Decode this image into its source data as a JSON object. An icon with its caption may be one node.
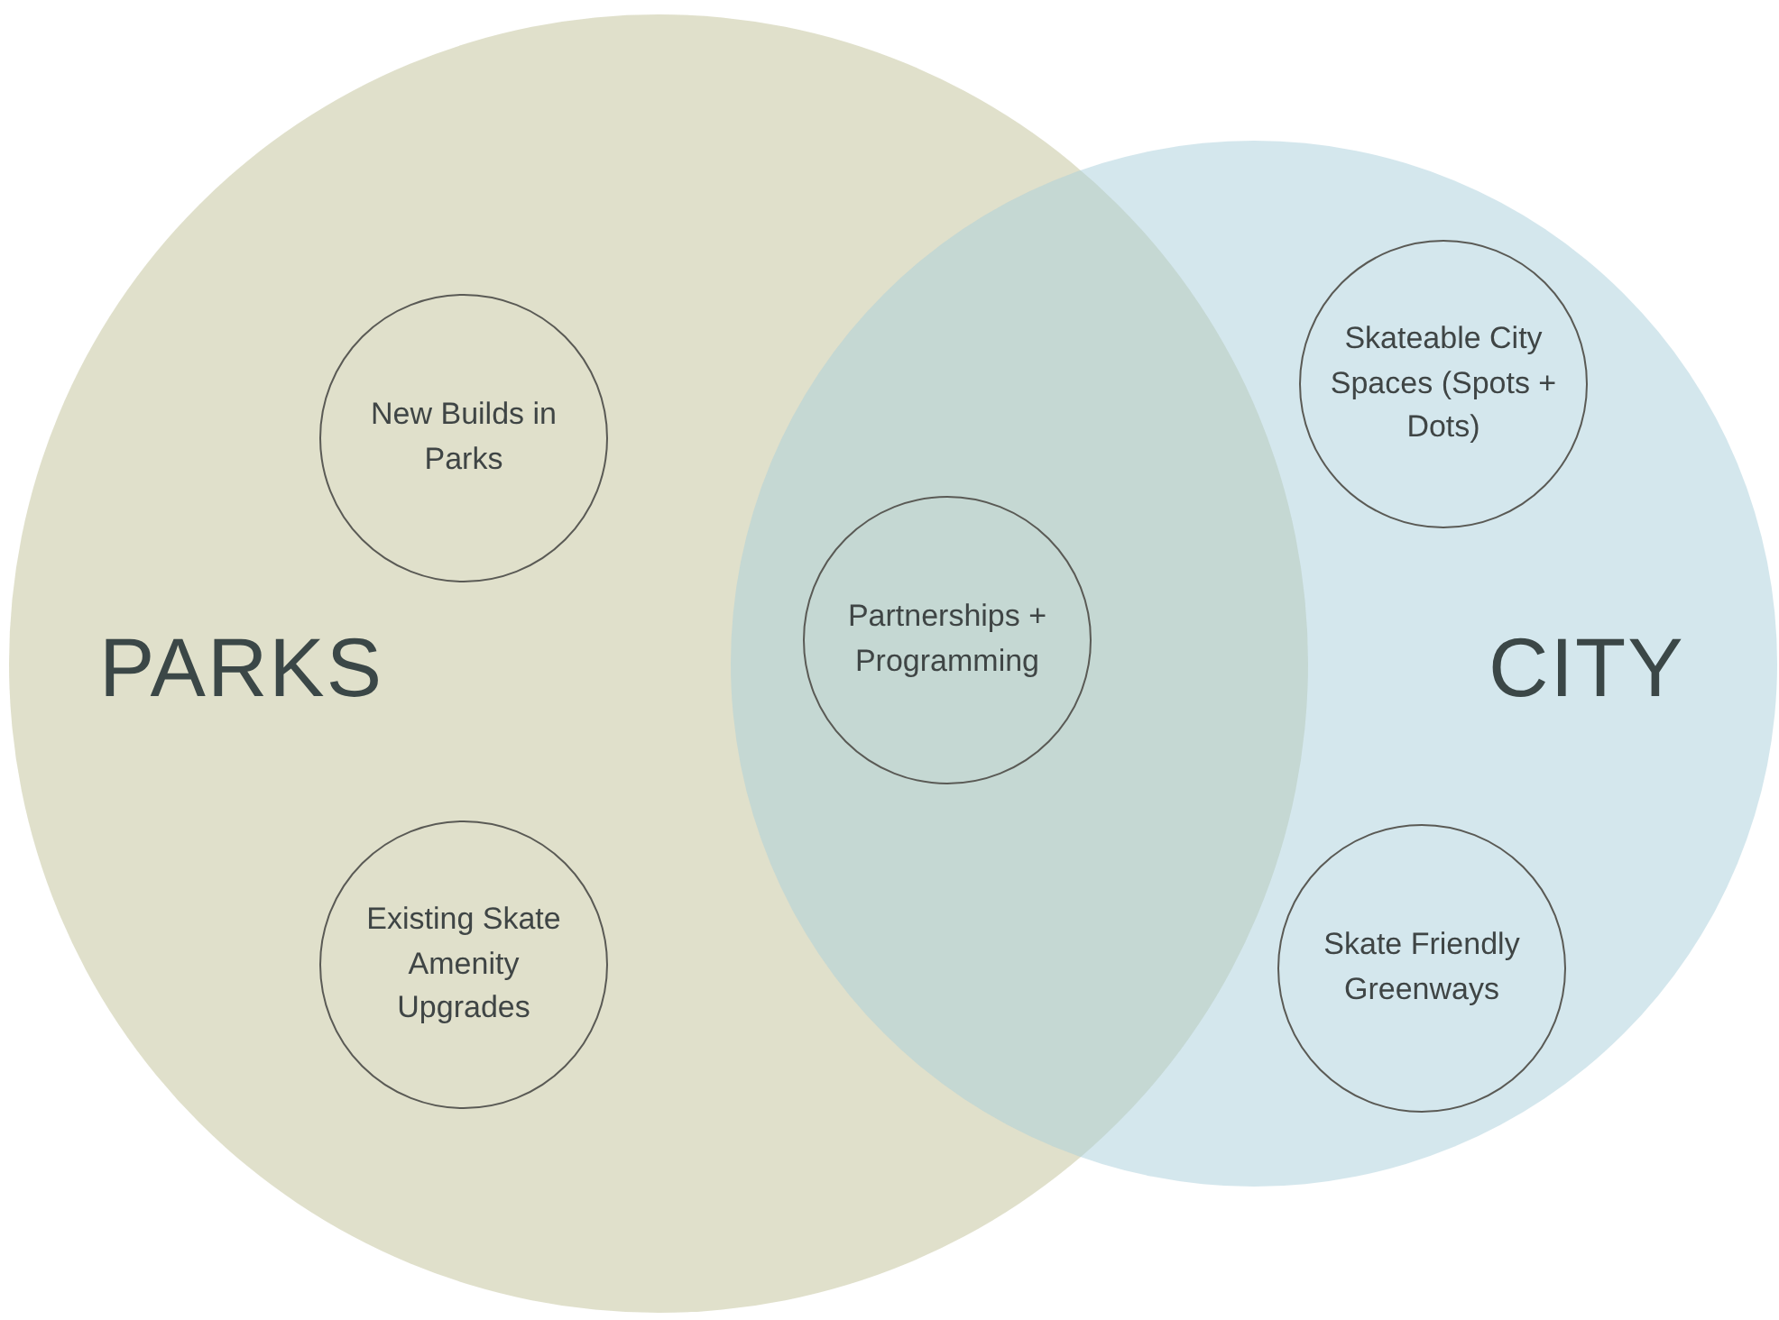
{
  "diagram": {
    "nodes": [
      {
        "text": [
          "PARKS"
        ]
      },
      {
        "text": [
          "New Builds in Parks"
        ],
        "in": 0
      },
      {
        "text": [
          "Existing Skate Amenity Upgrades"
        ],
        "in": 0
      },
      {
        "text": [
          "Partnerships + Programming"
        ]
      },
      {
        "text": [
          "CITY"
        ]
      },
      {
        "text": [
          "Skateable City Spaces (Spots + Dots)"
        ],
        "in": 4
      },
      {
        "text": [
          "Skate Friendly Greenways"
        ],
        "in": 4
      }
    ]
  }
}
